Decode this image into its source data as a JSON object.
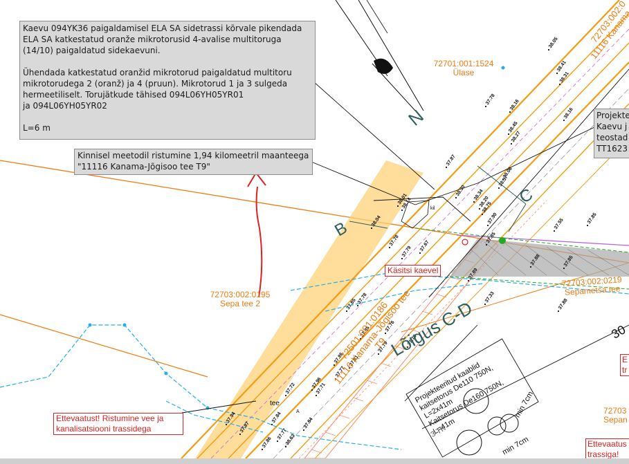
{
  "notes": {
    "main": {
      "paragraph1": "Kaevu 094YK36 paigaldamisel ELA SA sidetrassi kõrvale pikendada ELA SA katkestatud oranže mikrotorusid 4-avalise multitoruga (14/10) paigaldatud sidekaevuni.",
      "paragraph2": "Ühendada katkestatud oranžid mikrotorud paigaldatud multitoru mikrotorudega 2 (oranž) ja 4 (pruun). Mikrotorud 1 ja 3 sulgeda hermeetiliselt. Torujätkude tähised 094L06YH05YR01\nja 094L06YH05YR02",
      "length": "L=6 m"
    },
    "crossing": "Kinnisel meetodil ristumine 1,94 kilomeetril maanteega \"11116 Kanama-Jõgisoo tee T9\"",
    "project_clipped": [
      "Projekte",
      "Kaevu j",
      "teostad",
      "TT1623"
    ]
  },
  "warnings": {
    "manual_dig": "Käsitsi kaevel",
    "water_crossing": "Ettevaatust! Ristumine vee ja kanalisatsiooni trassidega",
    "right_clipped": [
      "Ettevaatus",
      "trassiga!"
    ],
    "right_mid_clipped": [
      "E",
      "tr"
    ]
  },
  "parcels": {
    "ulase": {
      "id": "72701:001:1524",
      "name": "Ülase"
    },
    "sepa": {
      "id": "72703:002:0195",
      "name": "Sepa tee 2"
    },
    "sepametsa": {
      "id": "72703:002:0219",
      "name": "Sepametsa tee"
    },
    "road": {
      "id": "72501:001:0186",
      "name": "11116 Kanama-Jõgisoo tee T9"
    },
    "top_road": {
      "id": "72703:002:0",
      "name": "11116 Kanama-Jõg"
    },
    "right_clipped": {
      "id": "72703",
      "name": "Sepan"
    }
  },
  "labels": {
    "north": "N",
    "point_b": "B",
    "point_c": "C",
    "section": "Lõigus C-D",
    "cables_lines": [
      "Projekteeritud kaablid",
      "kaitsetorus De110 750N,",
      "L=2x41m",
      "Kaitsetorus De160 750N,",
      "L=41m"
    ],
    "tk": "3 TK",
    "min7a": "min 7cm",
    "min7b": "min 7cm",
    "thirty": "30",
    "tee": "tee",
    "kil": "kil",
    "ai": "A"
  },
  "elevations": [
    "38.05",
    "38.41",
    "38.31",
    "37.78",
    "38.16",
    "38.16",
    "38.45",
    "38.27",
    "37.87",
    "38.30",
    "38.34",
    "38.20",
    "38.75",
    "38.37",
    "38.06",
    "38.01",
    "38.14",
    "38.04",
    "37.78",
    "37.90",
    "37.85",
    "37.55",
    "37.79",
    "37.85",
    "37.67",
    "37.88",
    "37.85",
    "37.89",
    "37.33",
    "37.88",
    "37.78",
    "37.85",
    "37.76",
    "37.70",
    "37.79",
    "37.85",
    "37.81",
    "37.85",
    "37.77",
    "37.96",
    "37.71",
    "37.72",
    "37.84",
    "38.63",
    "37.94",
    "37.87",
    "37.84",
    "37.77",
    "37.86"
  ],
  "colors": {
    "road": "#f39c12",
    "parcel_line": "#f07a10",
    "water": "#20b0e8",
    "warning": "#e02020",
    "highlight": "#ffd27a",
    "green": "#22aa22",
    "purple": "#b060e0"
  }
}
